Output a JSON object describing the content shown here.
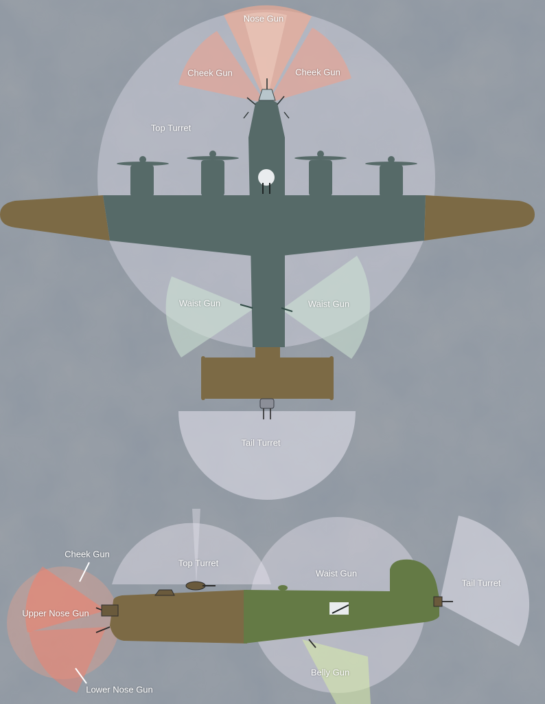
{
  "colors": {
    "background": "#8f98a3",
    "coverage_neutral": "#e6e3ee",
    "coverage_forward": "#f2a08a",
    "coverage_nose": "#f47f6a",
    "coverage_waist": "#cfe6d5",
    "coverage_belly": "#d8ecaa",
    "aircraft_top": "#566a68",
    "aircraft_tan": "#7c6a45",
    "aircraft_side_green": "#647a45"
  },
  "top_view": {
    "labels": {
      "nose_gun": "Nose Gun",
      "cheek_gun_left": "Cheek Gun",
      "cheek_gun_right": "Cheek Gun",
      "top_turret": "Top Turret",
      "waist_gun_left": "Waist Gun",
      "waist_gun_right": "Waist Gun",
      "tail_turret": "Tail Turret"
    }
  },
  "side_view": {
    "labels": {
      "cheek_gun": "Cheek Gun",
      "top_turret": "Top Turret",
      "waist_gun": "Waist Gun",
      "tail_turret": "Tail Turret",
      "upper_nose_gun": "Upper Nose Gun",
      "lower_nose_gun": "Lower Nose Gun",
      "belly_gun": "Belly Gun"
    }
  }
}
